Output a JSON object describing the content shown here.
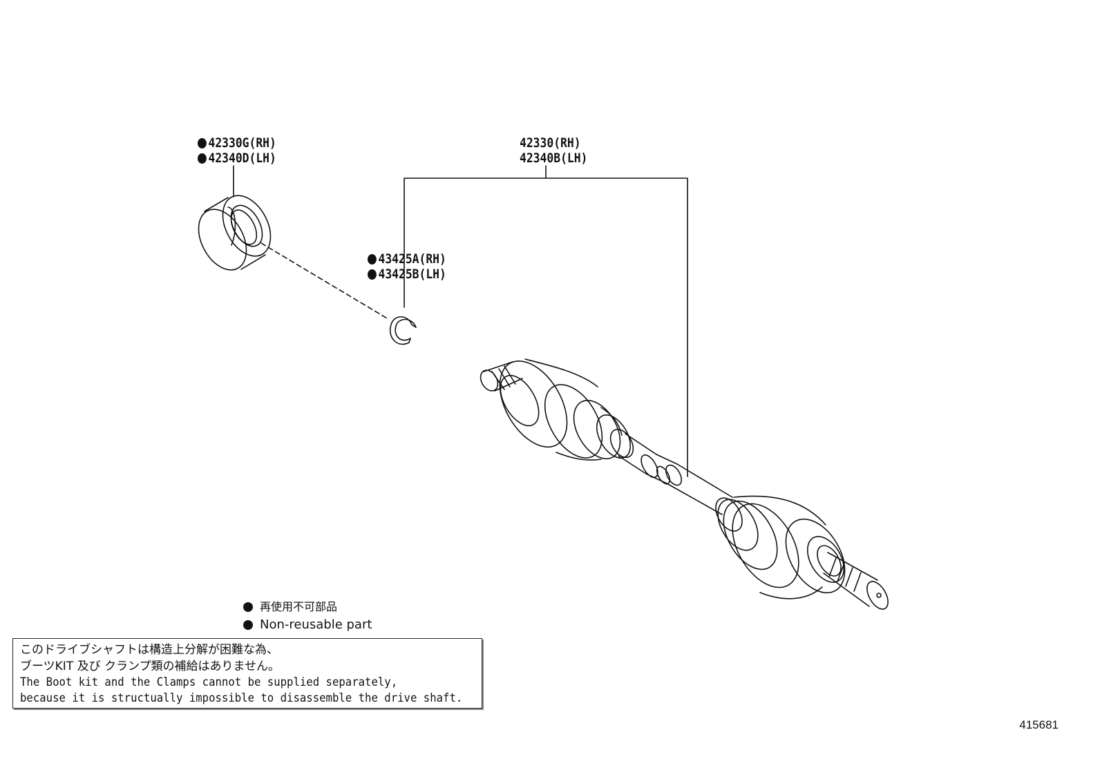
{
  "callouts": {
    "bearing": {
      "rh": "42330G(RH)",
      "lh": "42340D(LH)",
      "non_reusable": true
    },
    "shaft": {
      "rh": "42330(RH)",
      "lh": "42340B(LH)",
      "non_reusable": false
    },
    "snap_ring": {
      "rh": "43425A(RH)",
      "lh": "43425B(LH)",
      "non_reusable": true
    }
  },
  "legend": {
    "jp": "再使用不可部品",
    "en": "Non-reusable part"
  },
  "note": {
    "jp_line1": "このドライブシャフトは構造上分解が困難な為、",
    "jp_line2": "ブーツKIT 及び クランプ類の補給はありません。",
    "en_line1": "The Boot kit and the Clamps cannot be supplied separately,",
    "en_line2": "because it is structually impossible to disassemble the drive shaft."
  },
  "illustration_number": "415681",
  "colors": {
    "ink": "#111111",
    "paper": "#ffffff"
  }
}
